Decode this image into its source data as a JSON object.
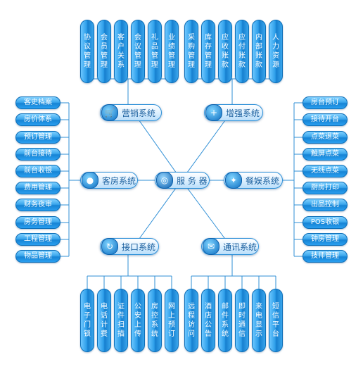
{
  "center": {
    "label": "服 务 器",
    "icon": "globe-icon"
  },
  "systems": {
    "marketing": {
      "label": "营销系统",
      "icon": "cart-icon"
    },
    "enhance": {
      "label": "增强系统",
      "icon": "plus-icon"
    },
    "guest": {
      "label": "客房系统",
      "icon": "person-icon"
    },
    "catering": {
      "label": "餐娱系统",
      "icon": "stars-icon"
    },
    "interface": {
      "label": "接口系统",
      "icon": "refresh-icon"
    },
    "comm": {
      "label": "通讯系统",
      "icon": "mail-icon"
    }
  },
  "top_left": [
    "协议管理",
    "会员管理",
    "客户关系",
    "会议管理",
    "礼品管理",
    "业绩管理"
  ],
  "top_right": [
    "采购管理",
    "库存管理",
    "应收账款",
    "应付账款",
    "内部账款",
    "人力资源"
  ],
  "left": [
    "客史档案",
    "房价体系",
    "预订管理",
    "前台接待",
    "前台收银",
    "费用管理",
    "财务夜审",
    "房务管理",
    "工程管理",
    "物品管理"
  ],
  "right": [
    "房台预订",
    "接待开台",
    "点菜退菜",
    "触屏点菜",
    "无线点菜",
    "厨房打印",
    "出品控制",
    "POS收银",
    "钟房管理",
    "技师管理"
  ],
  "bottom_left": [
    "电子门锁",
    "电话计费",
    "证件扫描",
    "公安上传",
    "房控系统",
    "网上预订"
  ],
  "bottom_right": [
    "远程访问",
    "酒店公告",
    "邮件系统",
    "即时通信",
    "来电显示",
    "短信平台"
  ]
}
